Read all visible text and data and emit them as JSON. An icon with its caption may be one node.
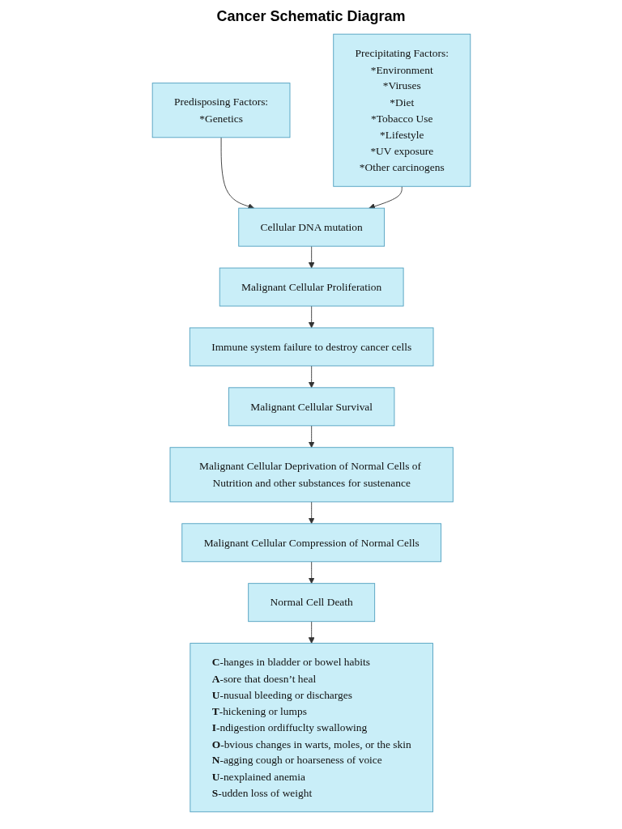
{
  "diagram": {
    "title": "Cancer Schematic Diagram",
    "nodes": [
      {
        "text": [
          "Predisposing Factors:",
          "*Genetics"
        ]
      },
      {
        "text": [
          "Precipitating Factors:",
          "*Environment",
          "*Viruses",
          "*Diet",
          "*Tobacco Use",
          "*Lifestyle",
          "*UV exposure",
          "*Other carcinogens"
        ]
      },
      {
        "text": [
          "Cellular DNA mutation"
        ]
      },
      {
        "text": [
          "Malignant Cellular Proliferation"
        ]
      },
      {
        "text": [
          "Immune system failure to destroy cancer cells"
        ]
      },
      {
        "text": [
          "Malignant Cellular Survival"
        ]
      },
      {
        "text": [
          "Malignant Cellular Deprivation of Normal Cells of Nutrition and other substances for sustenance"
        ]
      },
      {
        "text": [
          "Malignant Cellular Compression of Normal Cells"
        ]
      },
      {
        "text": [
          "Normal Cell Death"
        ]
      },
      {
        "text": [
          "**C**-hanges in bladder or bowel habits",
          "**A**-sore that doesn’t heal",
          "**U**-nusual bleeding or discharges",
          "**T**-hickening or lumps",
          "**I**-ndigestion ordiffuclty swallowing",
          "**O**-bvious changes in warts, moles, or the skin",
          "**N**-agging cough or hoarseness of voice",
          "**U**-nexplained anemia",
          "**S**-udden loss of weight"
        ]
      }
    ],
    "edges": [
      {
        "from": 0,
        "to": 2,
        "arrow": "to"
      },
      {
        "from": 1,
        "to": 2,
        "arrow": "to"
      },
      {
        "from": 2,
        "to": 3,
        "arrow": "to"
      },
      {
        "from": 3,
        "to": 4,
        "arrow": "to"
      },
      {
        "from": 4,
        "to": 5,
        "arrow": "to"
      },
      {
        "from": 5,
        "to": 6,
        "arrow": "to"
      },
      {
        "from": 6,
        "to": 7,
        "arrow": "to"
      },
      {
        "from": 7,
        "to": 8,
        "arrow": "to"
      },
      {
        "from": 8,
        "to": 9,
        "arrow": "to"
      }
    ]
  }
}
